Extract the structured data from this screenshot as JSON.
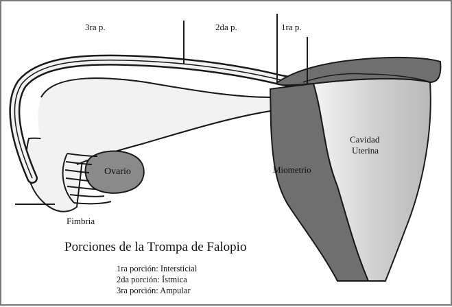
{
  "diagram": {
    "title": "Porciones de la Trompa de Falopio",
    "segment_labels": {
      "third": "3ra p.",
      "second": "2da p.",
      "first": "1ra p."
    },
    "structure_labels": {
      "uterine_cavity_line1": "Cavidad",
      "uterine_cavity_line2": "Uterina",
      "myometrium": "Miometrio",
      "ovary": "Ovario",
      "fimbria": "Fimbria"
    },
    "legend": [
      "1ra porción: Intersticial",
      "2da porción: Ístmica",
      "3ra porción: Ampular"
    ],
    "colors": {
      "tube_outline": "#1a1a1a",
      "tube_fill": "#f2f2f2",
      "myometrium": "#6f6f6f",
      "uterine_cavity": "#c4c4c4",
      "ovary": "#8a8a8a",
      "frame": "#7a7a7a"
    }
  }
}
